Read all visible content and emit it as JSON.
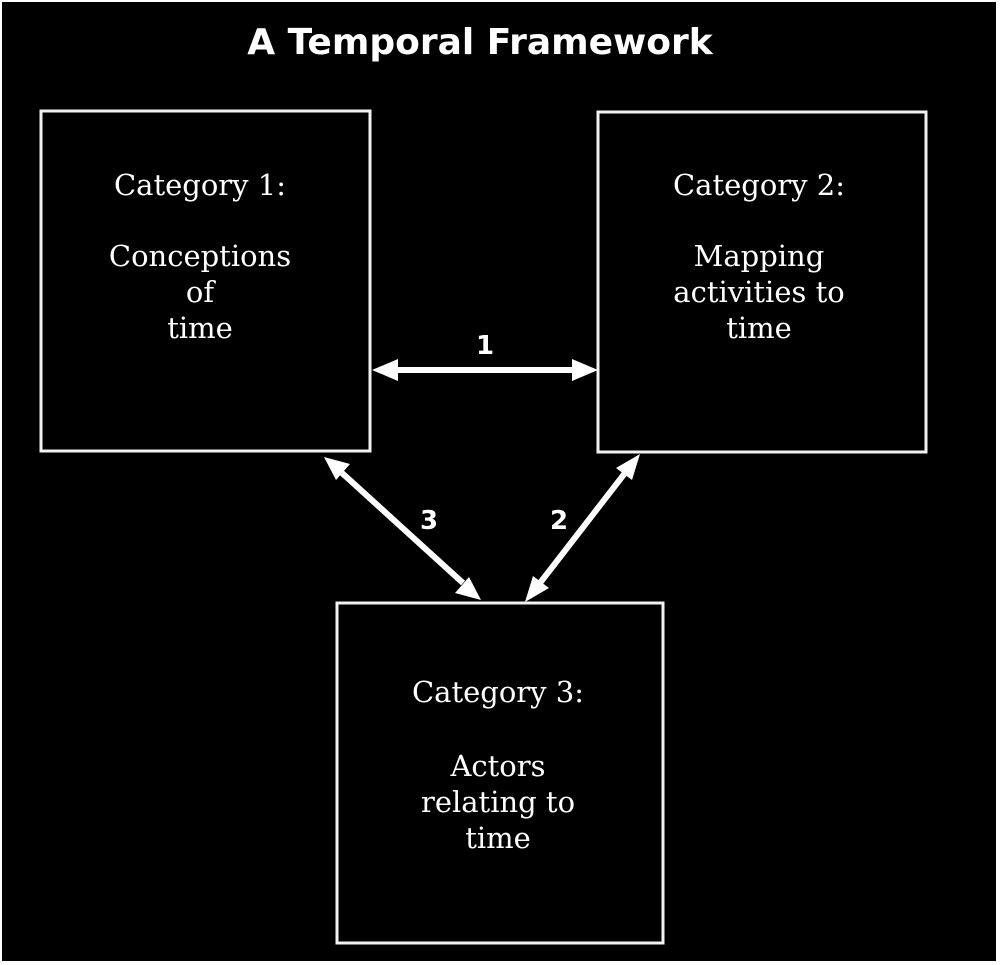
{
  "title": "A Temporal Framework",
  "nodes": [
    {
      "id": "category-1",
      "heading": "Category 1:",
      "lines": [
        "Conceptions",
        "of",
        "time"
      ]
    },
    {
      "id": "category-2",
      "heading": "Category 2:",
      "lines": [
        "Mapping",
        "activities to",
        "time"
      ]
    },
    {
      "id": "category-3",
      "heading": "Category 3:",
      "lines": [
        "Actors",
        "relating to",
        "time"
      ]
    }
  ],
  "links": [
    {
      "label": "1",
      "from": "category-1",
      "to": "category-2",
      "bidirectional": true
    },
    {
      "label": "2",
      "from": "category-3",
      "to": "category-2",
      "bidirectional": true
    },
    {
      "label": "3",
      "from": "category-1",
      "to": "category-3",
      "bidirectional": true
    }
  ],
  "colors": {
    "background": "#000000",
    "foreground": "#ffffff"
  }
}
